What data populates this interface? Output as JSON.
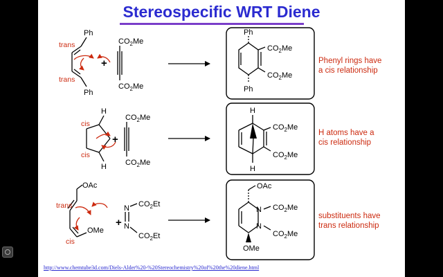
{
  "slide": {
    "title": "Stereospecific WRT Diene",
    "source_url": "http://www.chemtube3d.com/Diels-Alder%20-%20Stereochemistry%20of%20the%20diene.html"
  },
  "labels": {
    "Ph": "Ph",
    "CO2Me": "CO2Me",
    "CO2Et": "CO2Et",
    "H": "H",
    "OAc": "OAc",
    "OMe": "OMe",
    "N": "N",
    "trans": "trans",
    "cis": "cis",
    "plus": "+"
  },
  "reactions": [
    {
      "note": [
        "Phenyl rings have",
        "a cis relationship"
      ]
    },
    {
      "note": [
        "H atoms have a",
        "cis relationship"
      ]
    },
    {
      "note": [
        "substituents have",
        "trans relationship"
      ]
    }
  ],
  "colors": {
    "title": "#2b2bd0",
    "title_rule": "#7a3ec9",
    "annotation": "#cc2a0f",
    "link": "#2a2ad0"
  }
}
